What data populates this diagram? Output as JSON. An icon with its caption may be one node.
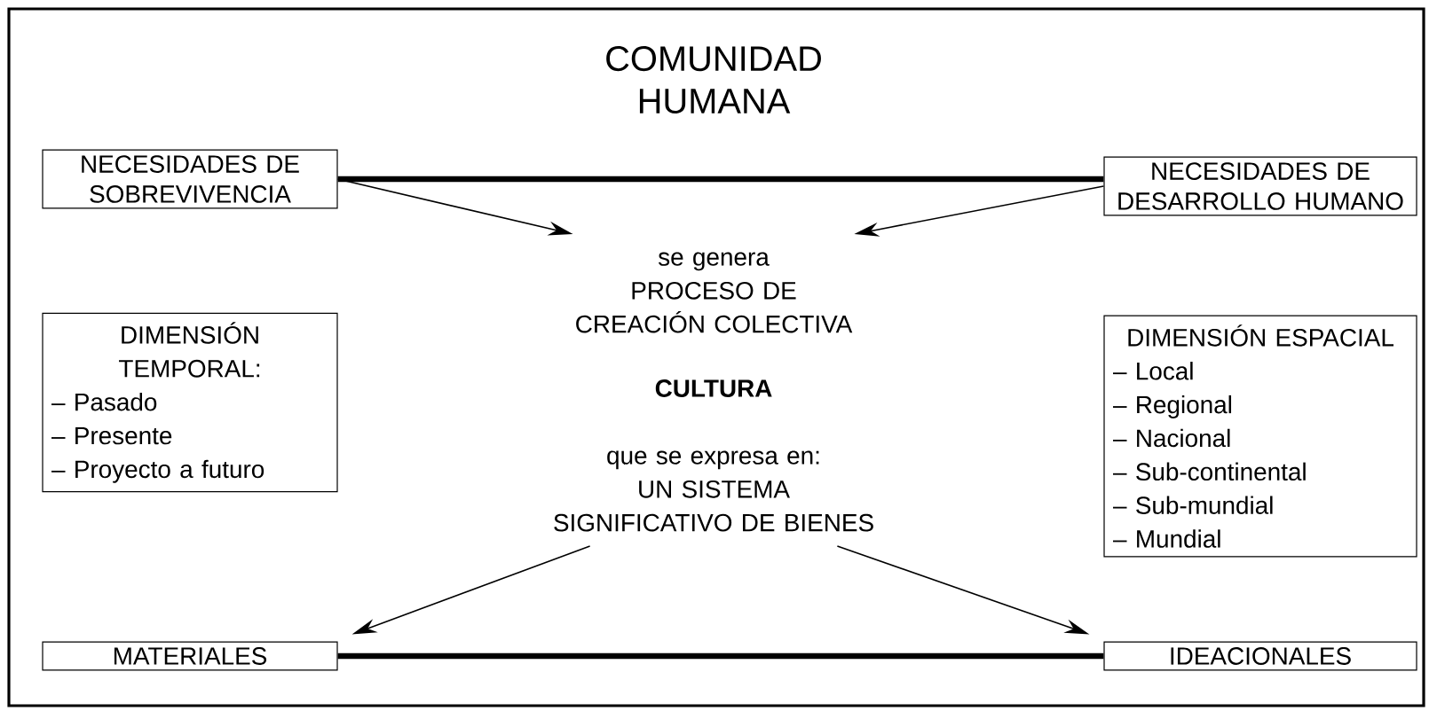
{
  "diagram": {
    "nodes": [
      {
        "text": [
          "COMUNIDAD HUMANA"
        ]
      },
      {
        "text": [
          "NECESIDADES DE SOBREVIVENCIA"
        ],
        "in": 0
      },
      {
        "text": [
          "NECESIDADES DE DESARROLLO HUMANO"
        ],
        "in": 0
      },
      {
        "text": [
          "se genera",
          "PROCESO DE CREACIÓN COLECTIVA"
        ],
        "in": 0
      },
      {
        "text": [
          "DIMENSIÓN TEMPORAL:",
          "– Pasado",
          "– Presente",
          "– Proyecto a futuro"
        ],
        "in": 0
      },
      {
        "text": [
          "que se expresa en:",
          "UN SISTEMA SIGNIFICATIVO DE BIENES"
        ],
        "in": 0
      },
      {
        "text": [
          "DIMENSIÓN ESPACIAL",
          "– Local",
          "– Regional",
          "– Nacional",
          "– Sub-continental",
          "– Sub-mundial",
          "– Mundial"
        ],
        "in": 0
      },
      {
        "text": [
          "MATERIALES"
        ],
        "in": 0
      },
      {
        "text": [
          "IDEACIONALES"
        ],
        "in": 0
      }
    ],
    "edges": [
      {
        "from": 1,
        "to": 2,
        "arrow": "none",
        "style": "thick"
      },
      {
        "from": 1,
        "to": 3,
        "arrow": "to"
      },
      {
        "from": 2,
        "to": 3,
        "arrow": "to"
      },
      {
        "from": 5,
        "to": 7,
        "arrow": "to"
      },
      {
        "from": 5,
        "to": 8,
        "arrow": "to"
      },
      {
        "from": 7,
        "to": 8,
        "arrow": "none",
        "style": "thick"
      }
    ],
    "labels": [
      "**CULTURA**"
    ]
  }
}
